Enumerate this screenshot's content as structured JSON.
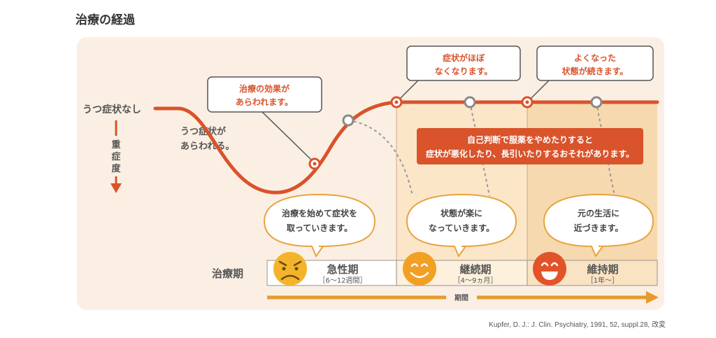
{
  "page_title": "治療の経過",
  "axis": {
    "top_label": "うつ症状なし",
    "vertical_label": [
      "重",
      "症",
      "度"
    ]
  },
  "curve_label": [
    "うつ症状が",
    "あらわれる。"
  ],
  "callouts": {
    "effect": [
      "治療の効果が",
      "あらわれます。"
    ],
    "symptoms_gone": [
      "症状がほぼ",
      "なくなります。"
    ],
    "sustained": [
      "よくなった",
      "状態が続きます。"
    ]
  },
  "warning": [
    "自己判断で服薬をやめたりすると",
    "症状が悪化したり、長引いたりするおそれがあります。"
  ],
  "speech": {
    "acute": [
      "治療を始めて症状を",
      "取っていきます。"
    ],
    "continuation": [
      "状態が楽に",
      "なっていきます。"
    ],
    "maintenance": [
      "元の生活に",
      "近づきます。"
    ]
  },
  "phases": {
    "row_label": "治療期",
    "items": [
      {
        "name": "急性期",
        "duration": "［6〜12週間］",
        "face": "sad-face-icon"
      },
      {
        "name": "継続期",
        "duration": "［4〜9ヵ月］",
        "face": "smile-face-icon"
      },
      {
        "name": "維持期",
        "duration": "［1年〜］",
        "face": "big-smile-face-icon"
      }
    ]
  },
  "period_label": "期間",
  "citation": "Kupfer, D. J.: J. Clin. Psychiatry, 1991, 52, suppl.28, 改変",
  "colors": {
    "curve": "#d9532b",
    "callout_text": "#d9532b",
    "speech_border": "#e8a33d",
    "warning_bg": "#d9532b",
    "phase2_bg": "#fbe6c8",
    "phase3_bg": "#f6d9ae",
    "face_acute": "#f3b42c",
    "face_continuation": "#f2a024",
    "face_maintenance": "#e2532a",
    "arrow": "#e99a2c"
  }
}
